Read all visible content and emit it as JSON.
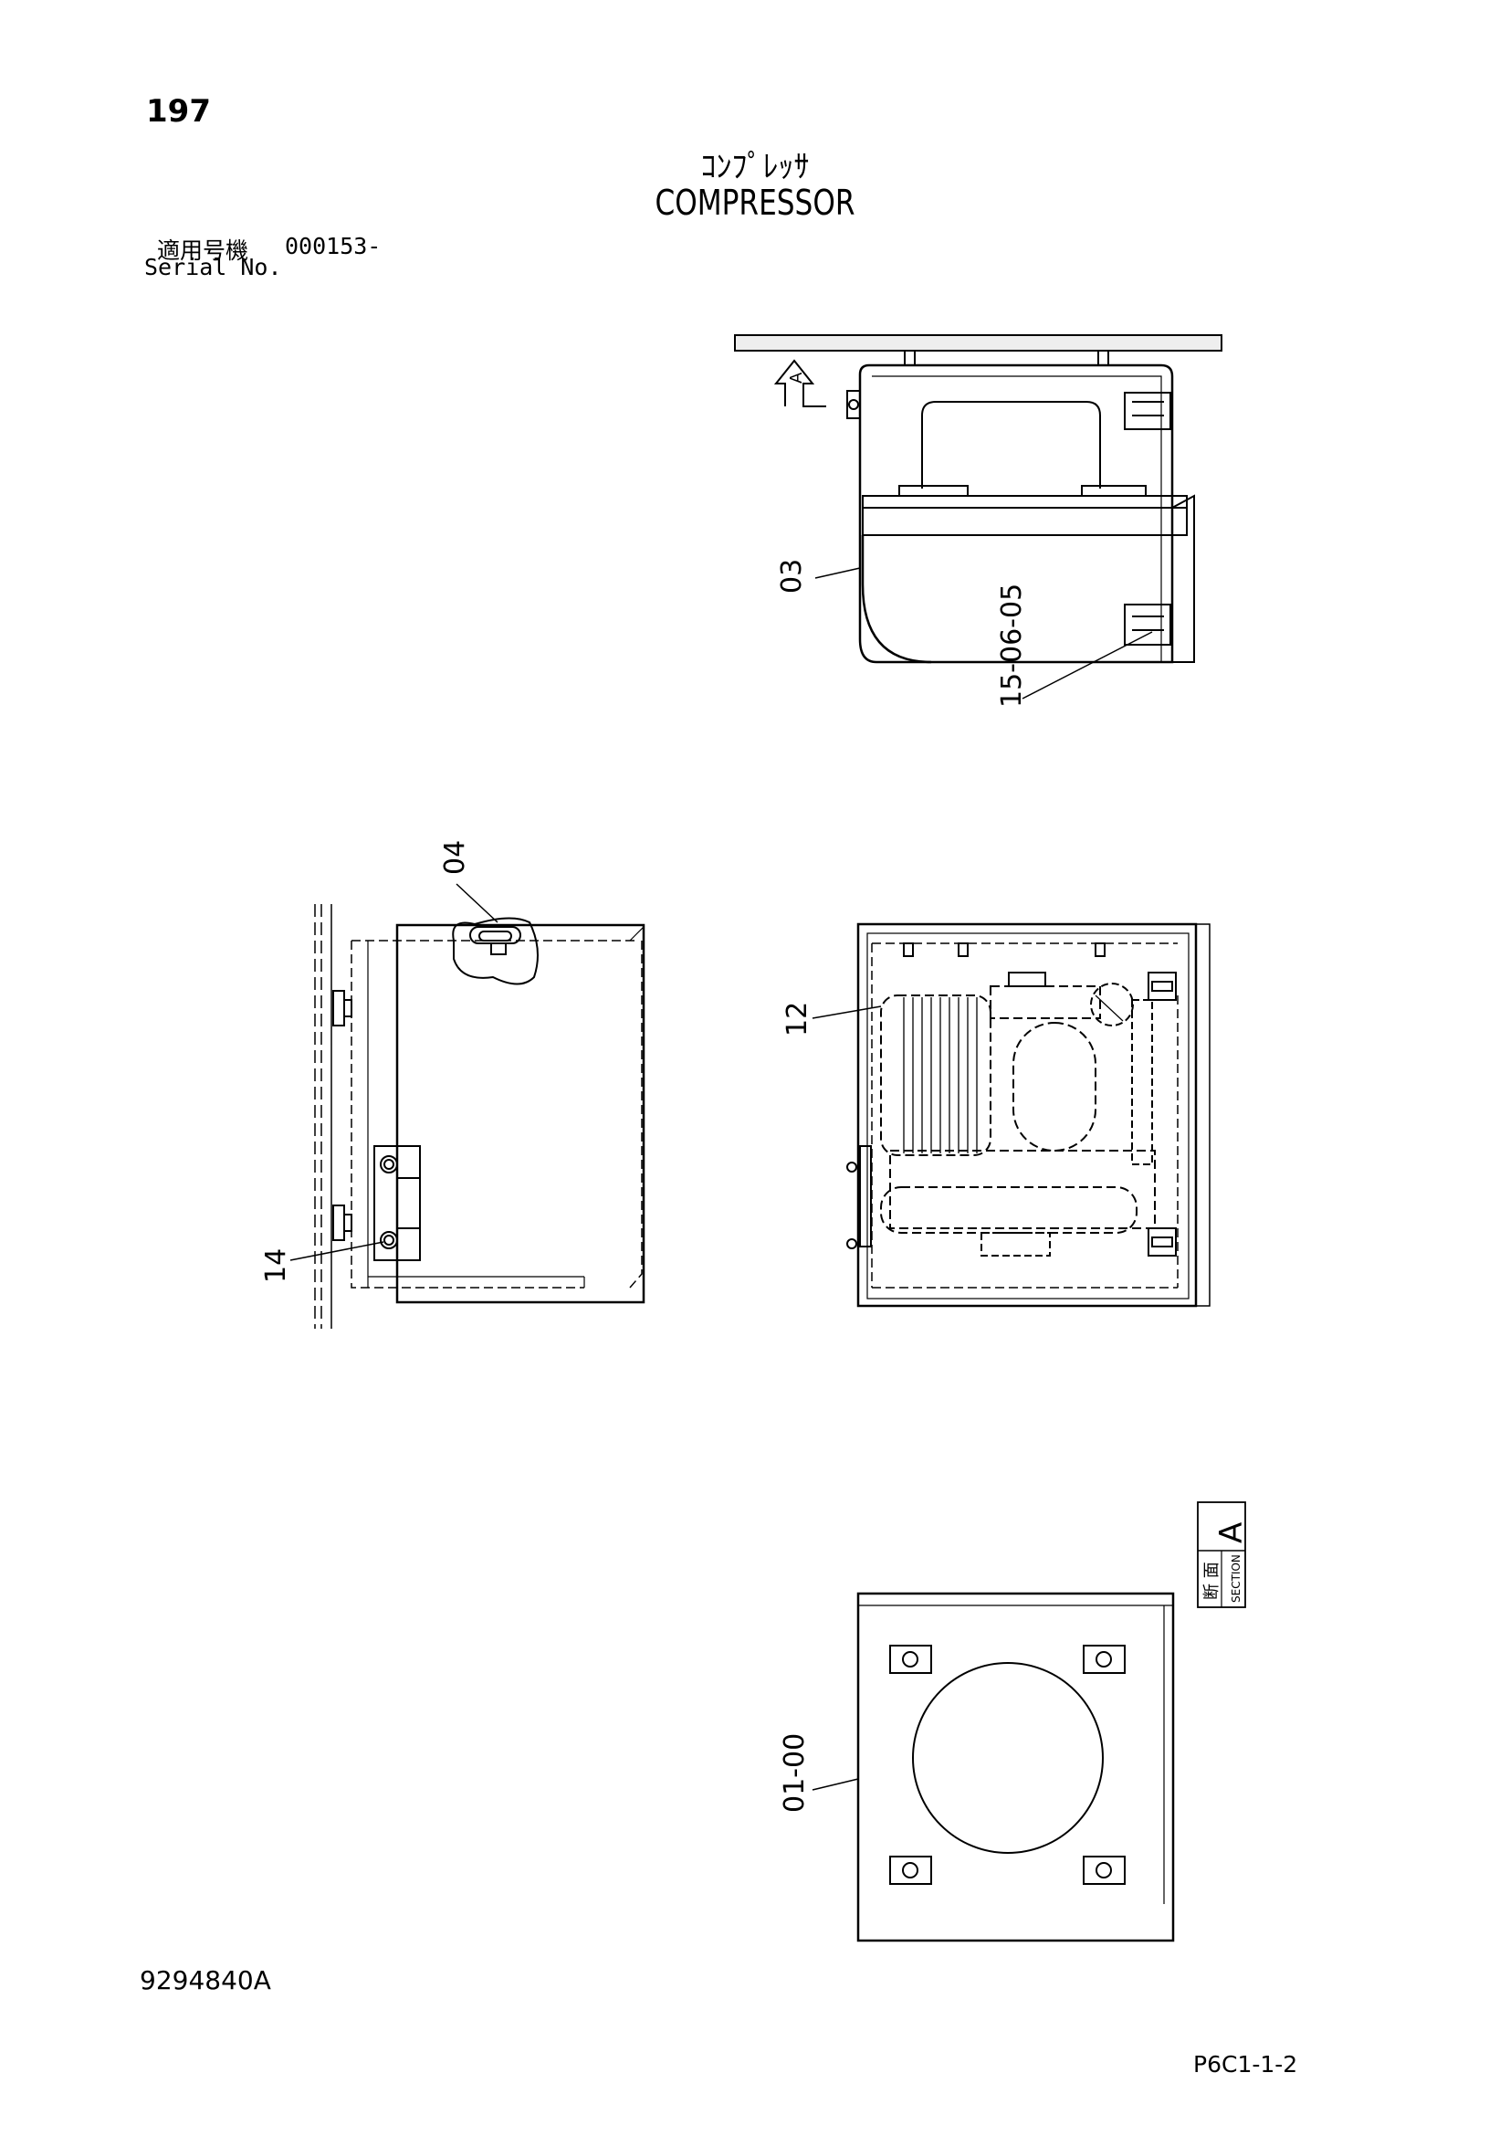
{
  "header": {
    "page_number": "197",
    "title_jp": "ｺﾝﾌﾟﾚｯｻ",
    "title_en": "COMPRESSOR",
    "serial_label_jp": "適用号機",
    "serial_value": "000153-",
    "serial_label_en": "Serial No."
  },
  "callouts": {
    "part_03": "03",
    "part_15_06_05": "15-06-05",
    "part_04": "04",
    "part_12": "12",
    "part_14": "14",
    "part_01_00": "01-00"
  },
  "section_marker": {
    "letter": "A",
    "label_jp": "断 面",
    "label_en": "SECTION",
    "view_arrow_letter": "A"
  },
  "footer": {
    "doc_number": "9294840A",
    "page_code": "P6C1-1-2"
  }
}
